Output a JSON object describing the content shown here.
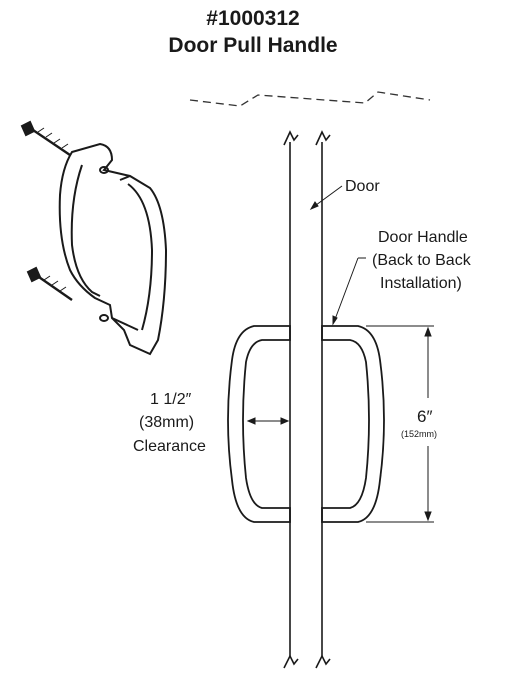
{
  "title": {
    "part_number": "#1000312",
    "product_name": "Door Pull Handle"
  },
  "labels": {
    "door": "Door",
    "door_handle_line1": "Door Handle",
    "door_handle_line2": "(Back to Back",
    "door_handle_line3": "Installation)",
    "clearance_line1": "1 1/2″",
    "clearance_line2": "(38mm)",
    "clearance_line3": "Clearance",
    "height_imperial": "6″",
    "height_metric": "(152mm)"
  }
}
